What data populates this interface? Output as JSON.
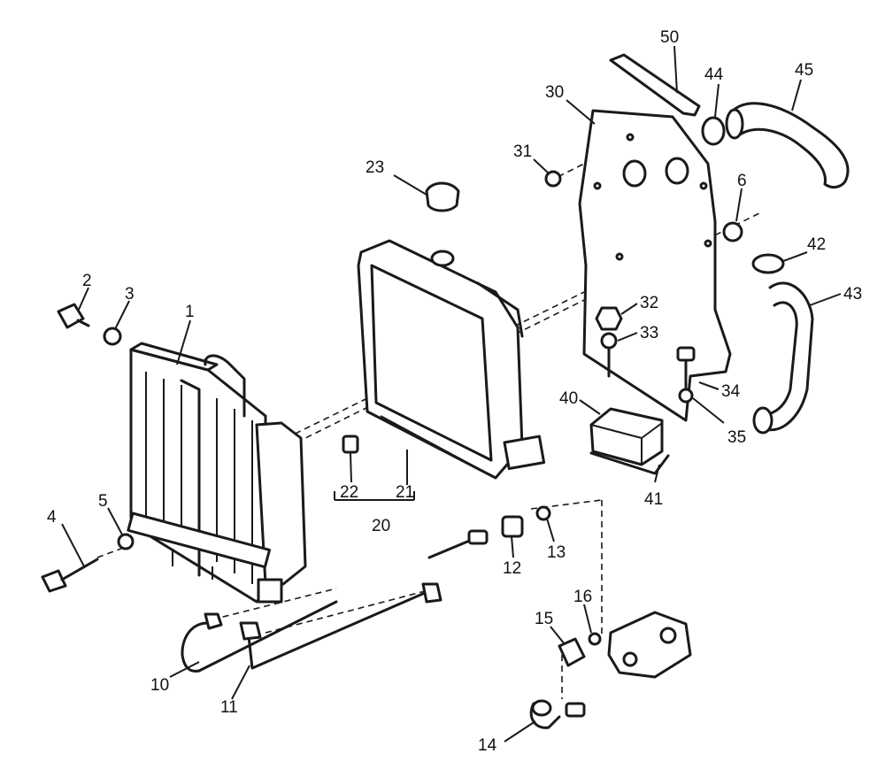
{
  "callouts": {
    "c1": "1",
    "c2": "2",
    "c3": "3",
    "c4": "4",
    "c5": "5",
    "c6": "6",
    "c10": "10",
    "c11": "11",
    "c12": "12",
    "c13": "13",
    "c14": "14",
    "c15": "15",
    "c16": "16",
    "c20": "20",
    "c21": "21",
    "c22": "22",
    "c23": "23",
    "c30": "30",
    "c31": "31",
    "c32": "32",
    "c33": "33",
    "c34": "34",
    "c35": "35",
    "c40": "40",
    "c41": "41",
    "c42": "42",
    "c43": "43",
    "c44": "44",
    "c45": "45",
    "c50": "50"
  }
}
